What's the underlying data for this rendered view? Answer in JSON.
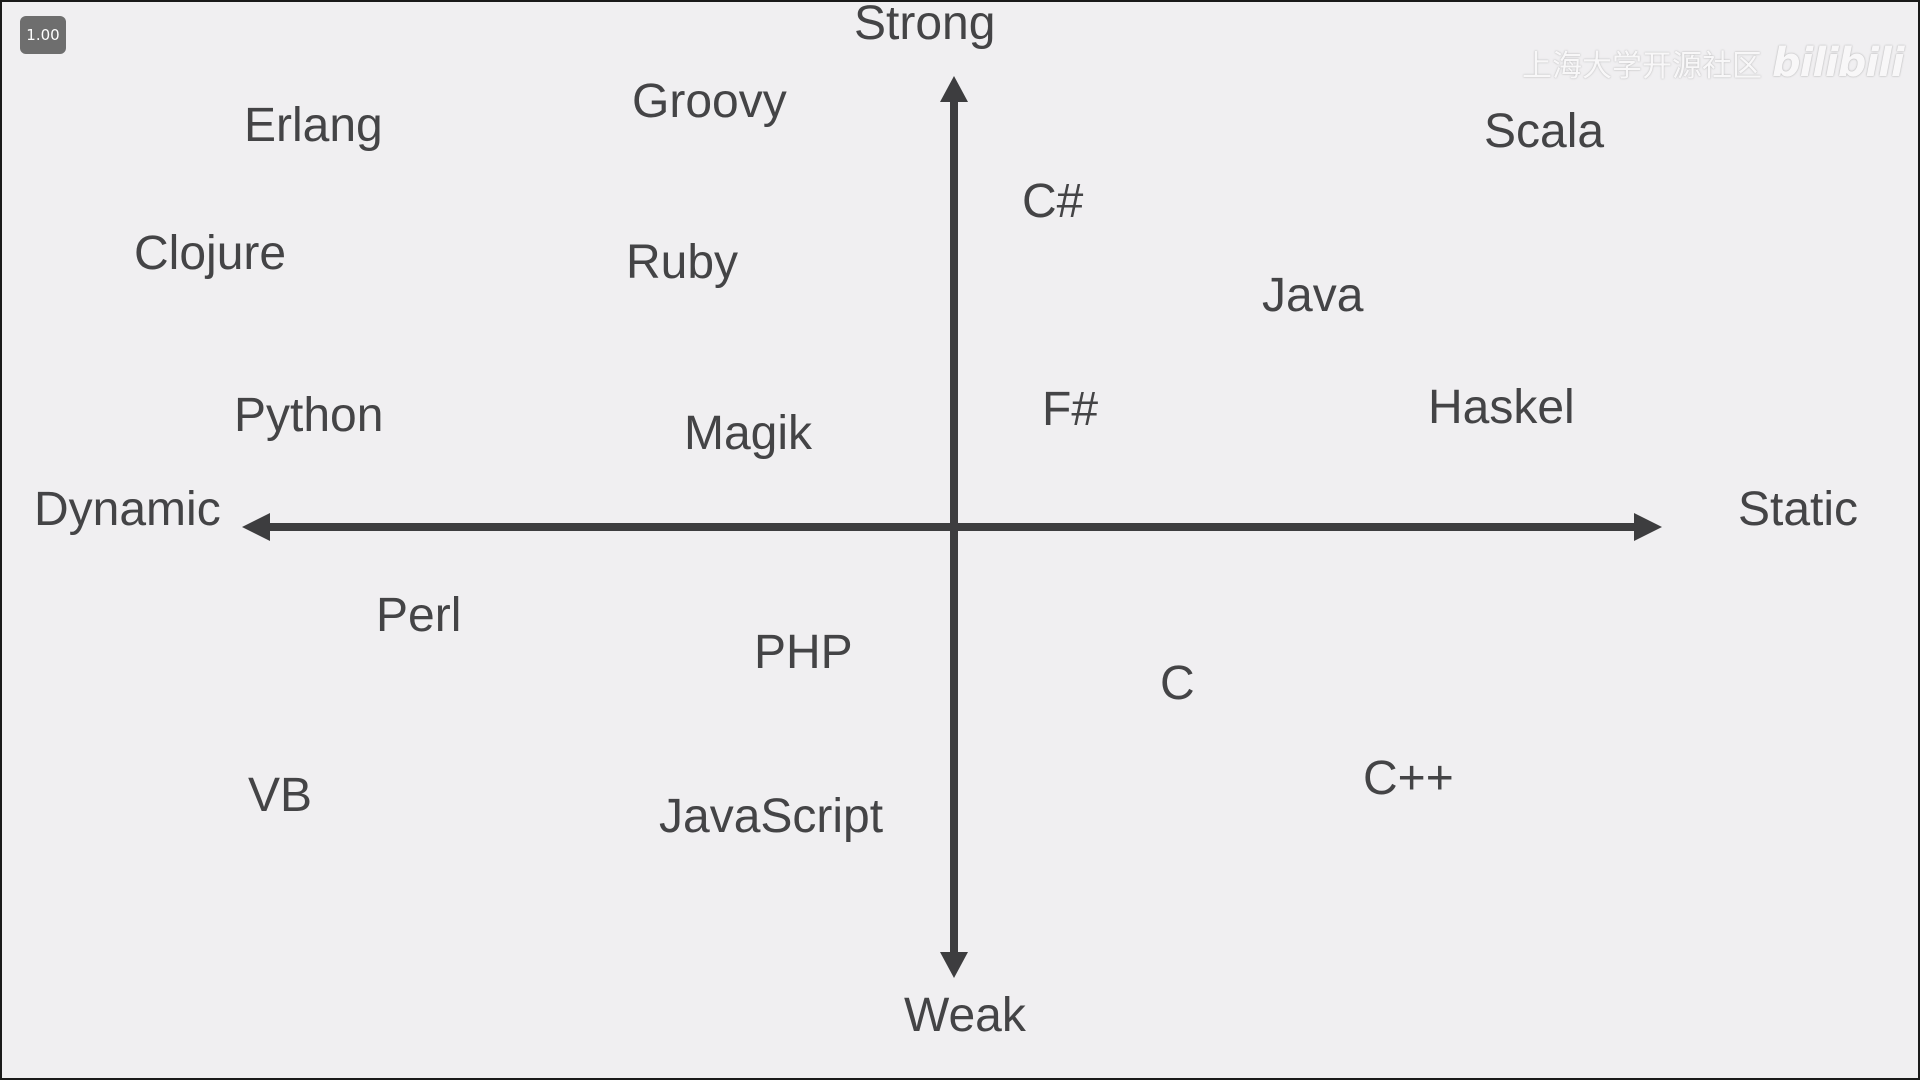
{
  "overlay": {
    "speed": "1.00",
    "watermark_text": "上海大学开源社区",
    "watermark_logo": "bilibili"
  },
  "axes": {
    "top": "Strong",
    "bottom": "Weak",
    "left": "Dynamic",
    "right": "Static"
  },
  "languages": {
    "erlang": "Erlang",
    "groovy": "Groovy",
    "scala": "Scala",
    "csharp": "C#",
    "clojure": "Clojure",
    "ruby": "Ruby",
    "java": "Java",
    "python": "Python",
    "magik": "Magik",
    "fsharp": "F#",
    "haskel": "Haskel",
    "perl": "Perl",
    "php": "PHP",
    "c": "C",
    "vb": "VB",
    "javascript": "JavaScript",
    "cpp": "C++"
  },
  "colors": {
    "background": "#f0eff1",
    "axis": "#3d3d3f",
    "text": "#444446"
  }
}
